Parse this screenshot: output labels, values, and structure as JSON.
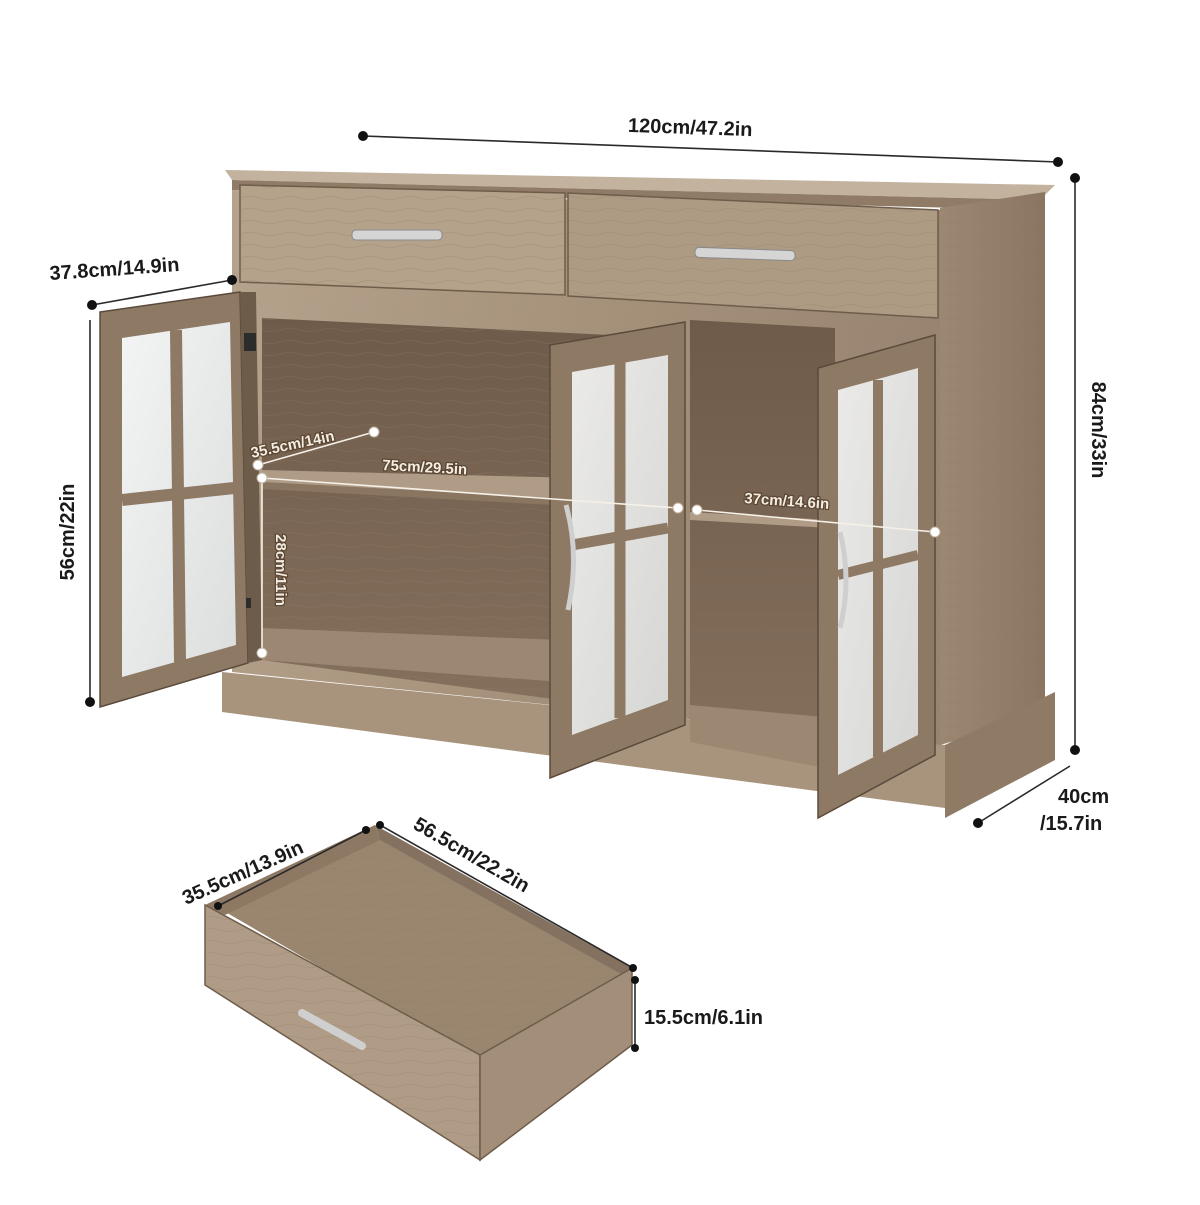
{
  "product": {
    "colors": {
      "wood_light": "#b19d86",
      "wood_mid": "#917c65",
      "wood_dark": "#6e5c4b",
      "interior": "#7a6554",
      "glass": "#e9eaea",
      "handle": "#cfcfcf",
      "label": "#1a1a1a"
    }
  },
  "dimensions": {
    "width": "120cm/47.2in",
    "height": "84cm/33in",
    "depth_line1": "40cm",
    "depth_line2": "/15.7in",
    "door_width": "37.8cm/14.9in",
    "door_height": "56cm/22in",
    "shelf_depth": "35.5cm/14in",
    "left_shelf_width": "75cm/29.5in",
    "shelf_spacing": "28cm/11in",
    "right_shelf_width": "37cm/14.6in"
  },
  "drawer": {
    "depth": "35.5cm/13.9in",
    "length": "56.5cm/22.2in",
    "height": "15.5cm/6.1in"
  }
}
